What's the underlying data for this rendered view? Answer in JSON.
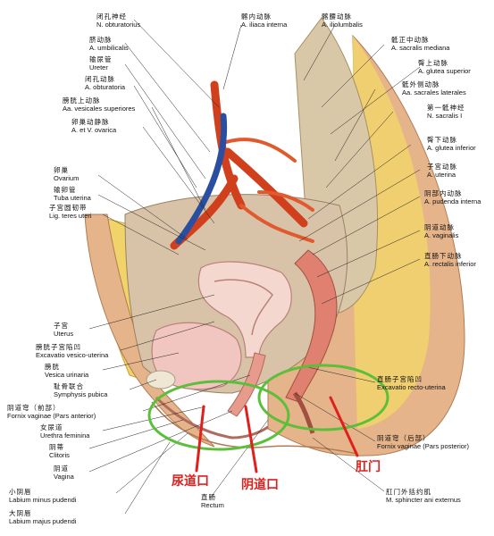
{
  "colors": {
    "annotation_red": "#e0201c",
    "ellipse_green": "#5bbf3a",
    "skin": "#e6b48a",
    "fat": "#f0d46a",
    "artery": "#d0401c",
    "vein": "#2a4fa0",
    "bladder": "#f2c6c0"
  },
  "labels_left": [
    {
      "zh": "闭孔神经",
      "la": "N. obturatorius"
    },
    {
      "zh": "脐动脉",
      "la": "A. umbilicalis"
    },
    {
      "zh": "输尿管",
      "la": "Ureter"
    },
    {
      "zh": "闭孔动脉",
      "la": "A. obturatoria"
    },
    {
      "zh": "膀胱上动脉",
      "la": "Aa. vesicales superiores"
    },
    {
      "zh": "卵巢动静脉",
      "la": "A. et V. ovarica"
    },
    {
      "zh": "卵巢",
      "la": "Ovarium"
    },
    {
      "zh": "输卵管",
      "la": "Tuba uterina"
    },
    {
      "zh": "子宫圆韧带",
      "la": "Lig. teres uteri"
    },
    {
      "zh": "子宫",
      "la": "Uterus"
    },
    {
      "zh": "膀胱子宫陷凹",
      "la": "Excavatio vesico-uterina"
    },
    {
      "zh": "膀胱",
      "la": "Vesica urinaria"
    },
    {
      "zh": "耻骨联合",
      "la": "Symphysis pubica"
    },
    {
      "zh": "阴道穹（前部）",
      "la": "Fornix vaginae (Pars anterior)"
    },
    {
      "zh": "女尿道",
      "la": "Urethra feminina"
    },
    {
      "zh": "阴蒂",
      "la": "Clitoris"
    },
    {
      "zh": "阴道",
      "la": "Vagina"
    },
    {
      "zh": "小阴唇",
      "la": "Labium minus pudendi"
    },
    {
      "zh": "大阴唇",
      "la": "Labium majus pudendi"
    }
  ],
  "labels_top": [
    {
      "zh": "髂内动脉",
      "la": "A. iliaca interna"
    },
    {
      "zh": "髂腰动脉",
      "la": "A. iliolumbalis"
    }
  ],
  "labels_right": [
    {
      "zh": "骶正中动脉",
      "la": "A. sacralis mediana"
    },
    {
      "zh": "臀上动脉",
      "la": "A. glutea superior"
    },
    {
      "zh": "骶外侧动脉",
      "la": "Aa. sacrales laterales"
    },
    {
      "zh": "第一骶神经",
      "la": "N. sacralis I"
    },
    {
      "zh": "臀下动脉",
      "la": "A. glutea inferior"
    },
    {
      "zh": "子宫动脉",
      "la": "A. uterina"
    },
    {
      "zh": "阴部内动脉",
      "la": "A. pudenda interna"
    },
    {
      "zh": "阴道动脉",
      "la": "A. vaginalis"
    },
    {
      "zh": "直肠下动脉",
      "la": "A. rectalis inferior"
    },
    {
      "zh": "直肠子宫陷凹",
      "la": "Excavatio recto-uterina"
    },
    {
      "zh": "阴道穹（后部）",
      "la": "Fornix vaginae (Pars posterior)"
    },
    {
      "zh": "肛门外括约肌",
      "la": "M. sphincter ani externus"
    }
  ],
  "label_bottom": {
    "zh": "直肠",
    "la": "Rectum"
  },
  "annotations": [
    {
      "text": "尿道口"
    },
    {
      "text": "阴道口"
    },
    {
      "text": "肛门"
    }
  ]
}
